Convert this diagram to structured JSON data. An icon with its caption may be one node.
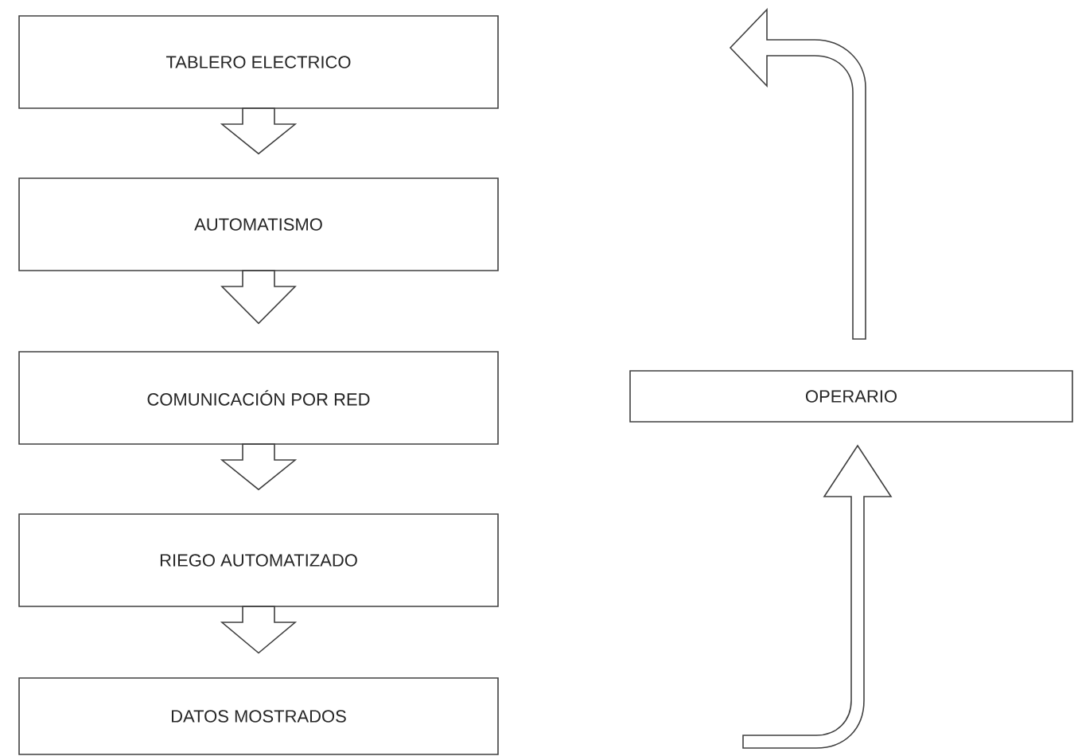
{
  "diagram": {
    "nodes": [
      {
        "text": [
          "TABLERO ELECTRICO"
        ]
      },
      {
        "text": [
          "AUTOMATISMO"
        ]
      },
      {
        "text": [
          "COMUNICACIÓN POR RED"
        ]
      },
      {
        "text": [
          "RIEGO AUTOMATIZADO"
        ]
      },
      {
        "text": [
          "DATOS MOSTRADOS"
        ]
      },
      {
        "text": [
          "OPERARIO"
        ]
      }
    ],
    "edges": [
      {
        "from": 0,
        "to": 1,
        "arrow": "to"
      },
      {
        "from": 1,
        "to": 2,
        "arrow": "to"
      },
      {
        "from": 2,
        "to": 3,
        "arrow": "to"
      },
      {
        "from": 3,
        "to": 4,
        "arrow": "to"
      },
      {
        "from": null,
        "to": 5,
        "arrow": "to"
      },
      {
        "from": 5,
        "to": null,
        "arrow": "to"
      }
    ]
  }
}
